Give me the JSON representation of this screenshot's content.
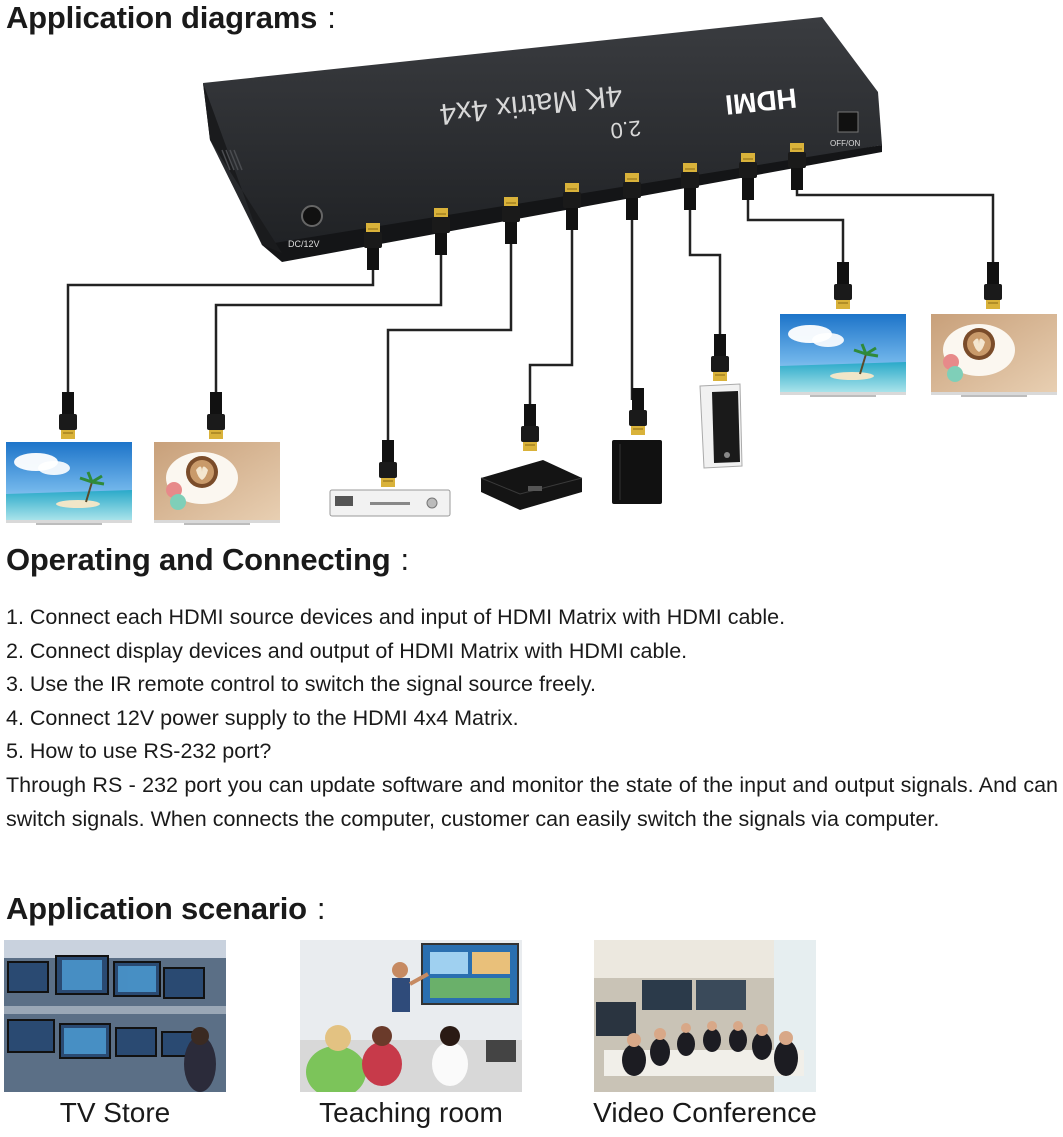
{
  "sections": {
    "application_diagrams": {
      "title": "Application diagrams",
      "colon": ":"
    },
    "operating": {
      "title": "Operating and Connecting",
      "colon": ":"
    },
    "scenario": {
      "title": "Application scenario",
      "colon": ":"
    }
  },
  "device": {
    "model_text": "4K Matrix 4x4",
    "brand_text": "HDMI",
    "version_text": "2.0",
    "power_port_label": "DC/12V",
    "switch_label": "OFF/ON",
    "color_body": "#2b2d30"
  },
  "steps": [
    "1. Connect each HDMI source devices and input of HDMI Matrix with HDMI cable.",
    "2. Connect display devices and output of HDMI Matrix with HDMI cable.",
    "3. Use the IR remote control to switch the signal source freely.",
    "4. Connect 12V power supply to the HDMI 4x4 Matrix.",
    "5. How to use RS-232 port?",
    "Through RS - 232 port you can update software and monitor the state of the input and output signals. And can switch signals. When connects the computer, customer can easily switch the signals via computer."
  ],
  "scenarios": [
    {
      "caption": "TV Store"
    },
    {
      "caption": "Teaching room"
    },
    {
      "caption": "Video Conference"
    }
  ]
}
